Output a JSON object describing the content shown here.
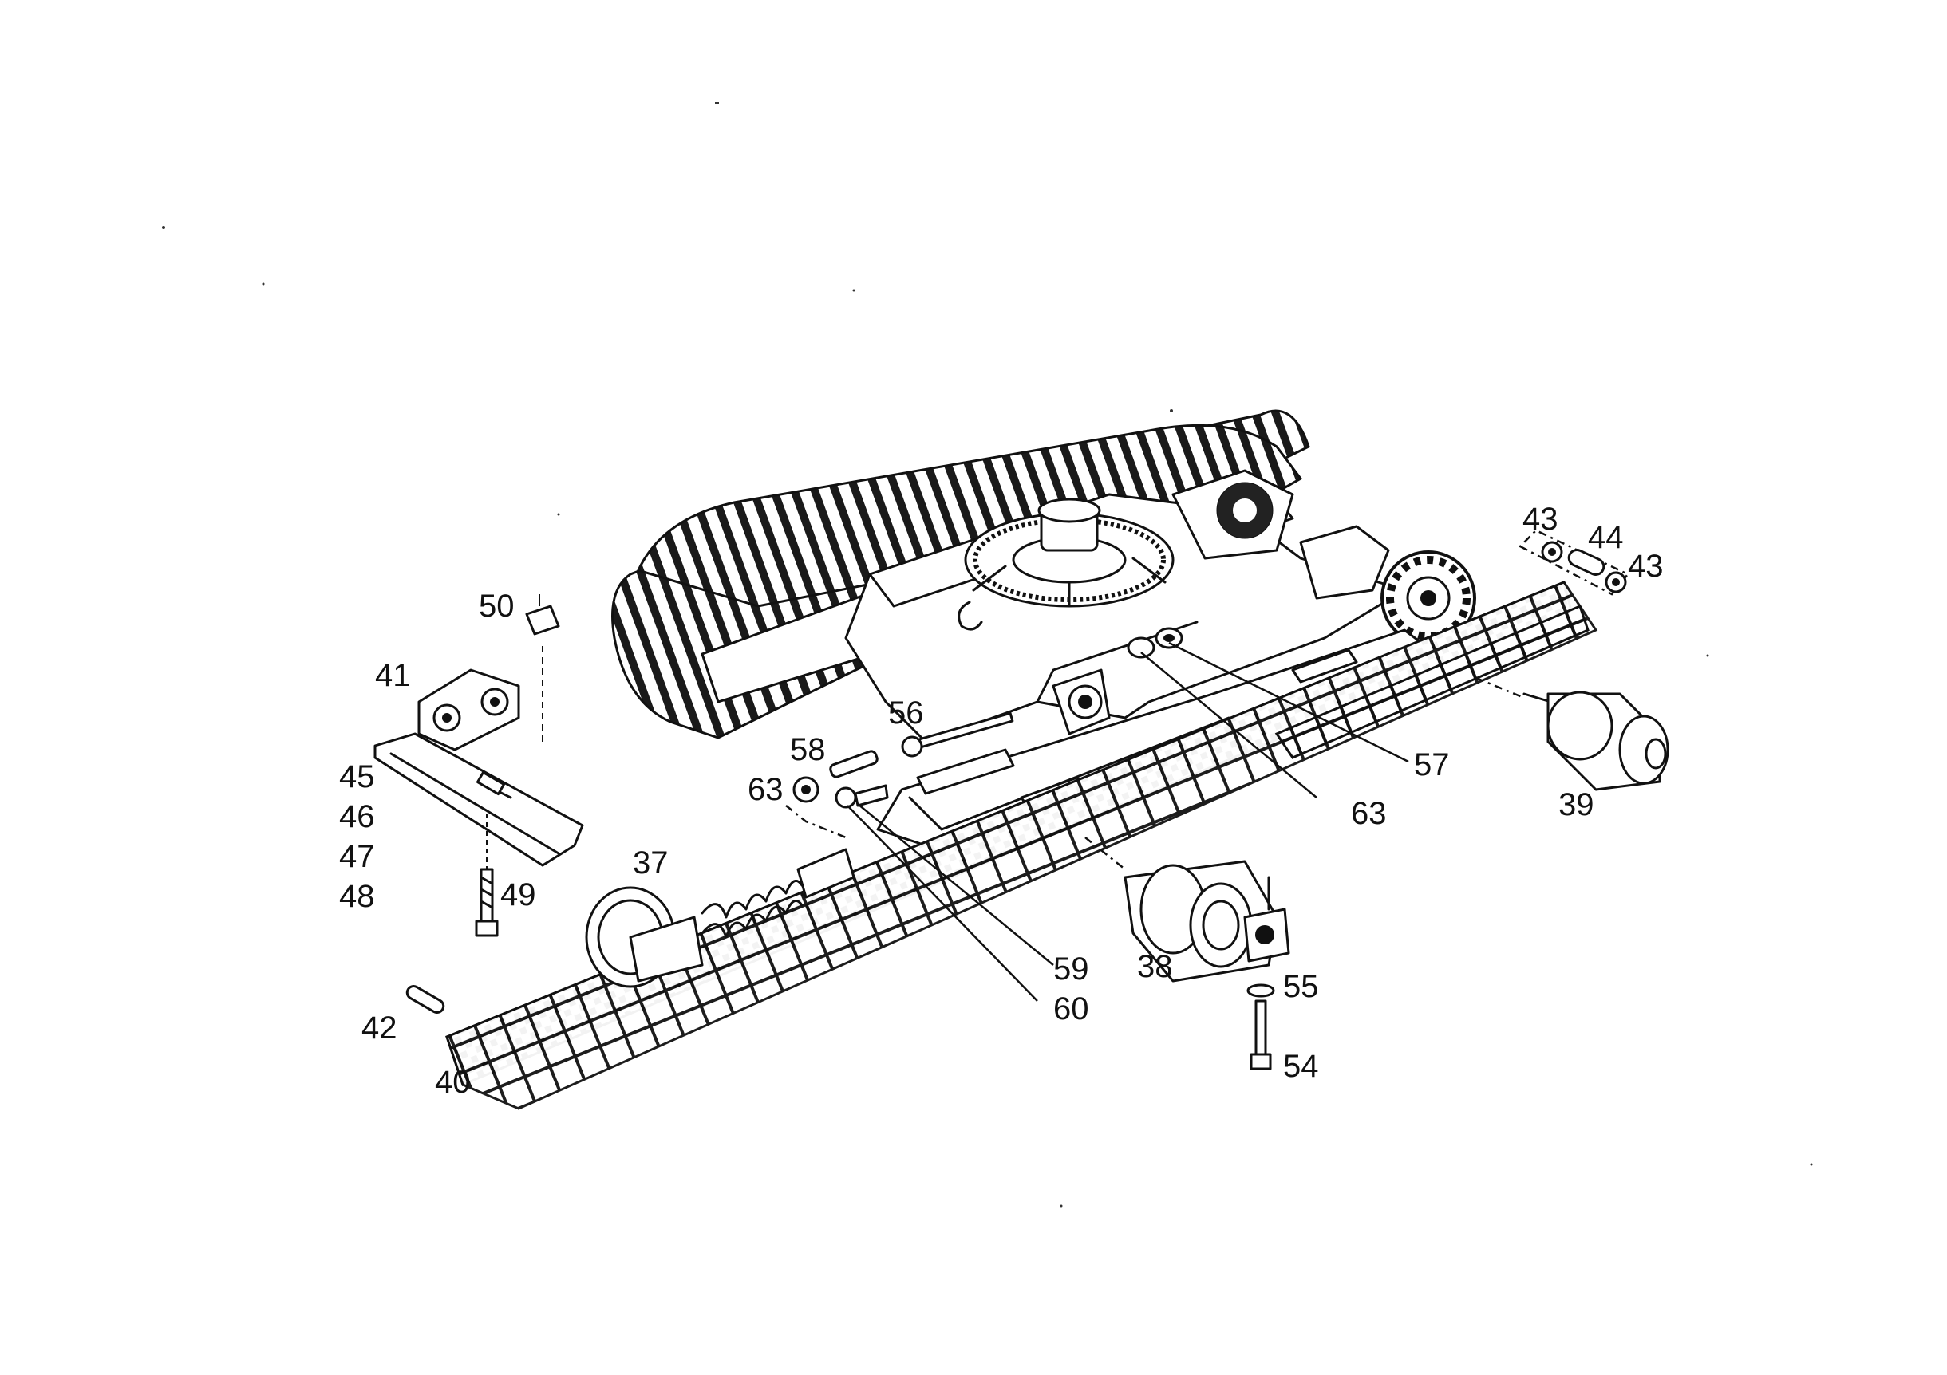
{
  "diagram": {
    "type": "exploded parts diagram",
    "callouts": {
      "c37": "37",
      "c38": "38",
      "c39": "39",
      "c40": "40",
      "c41": "41",
      "c42": "42",
      "c43a": "43",
      "c43b": "43",
      "c44": "44",
      "c45": "45",
      "c46": "46",
      "c47": "47",
      "c48": "48",
      "c49": "49",
      "c50": "50",
      "c54": "54",
      "c55": "55",
      "c56": "56",
      "c57": "57",
      "c58": "58",
      "c59": "59",
      "c60": "60",
      "c63a": "63",
      "c63b": "63"
    }
  }
}
